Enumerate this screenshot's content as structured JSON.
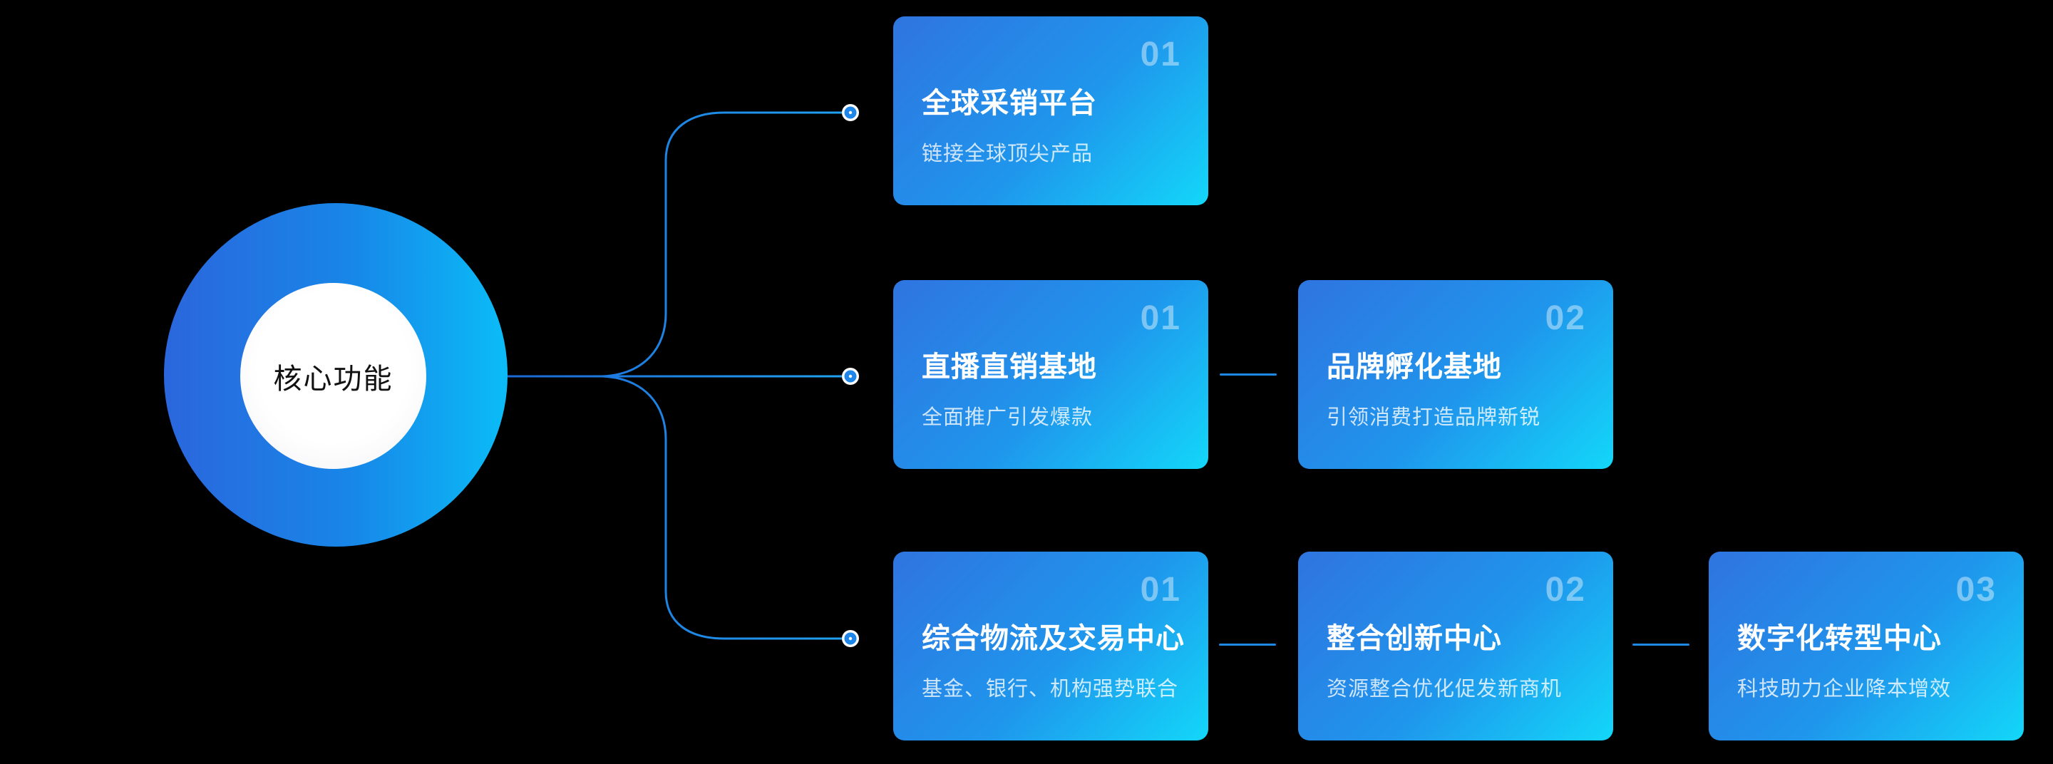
{
  "hub": {
    "label": "核心功能"
  },
  "rows": [
    {
      "cards": [
        {
          "number": "01",
          "title": "全球采销平台",
          "subtitle": "链接全球顶尖产品"
        }
      ]
    },
    {
      "cards": [
        {
          "number": "01",
          "title": "直播直销基地",
          "subtitle": "全面推广引发爆款"
        },
        {
          "number": "02",
          "title": "品牌孵化基地",
          "subtitle": "引领消费打造品牌新锐"
        }
      ]
    },
    {
      "cards": [
        {
          "number": "01",
          "title": "综合物流及交易中心",
          "subtitle": "基金、银行、机构强势联合"
        },
        {
          "number": "02",
          "title": "整合创新中心",
          "subtitle": "资源整合优化促发新商机"
        },
        {
          "number": "03",
          "title": "数字化转型中心",
          "subtitle": "科技助力企业降本增效"
        }
      ]
    }
  ],
  "colors": {
    "background": "#000000",
    "hub_gradient_start": "#2b66dd",
    "hub_gradient_end": "#0bbcf7",
    "card_gradient_start": "#2f74e0",
    "card_gradient_end": "#13d7f9",
    "line_dark": "#1b5ed1",
    "line_bright": "#21a3f2",
    "node_fill": "#1d86e8"
  }
}
